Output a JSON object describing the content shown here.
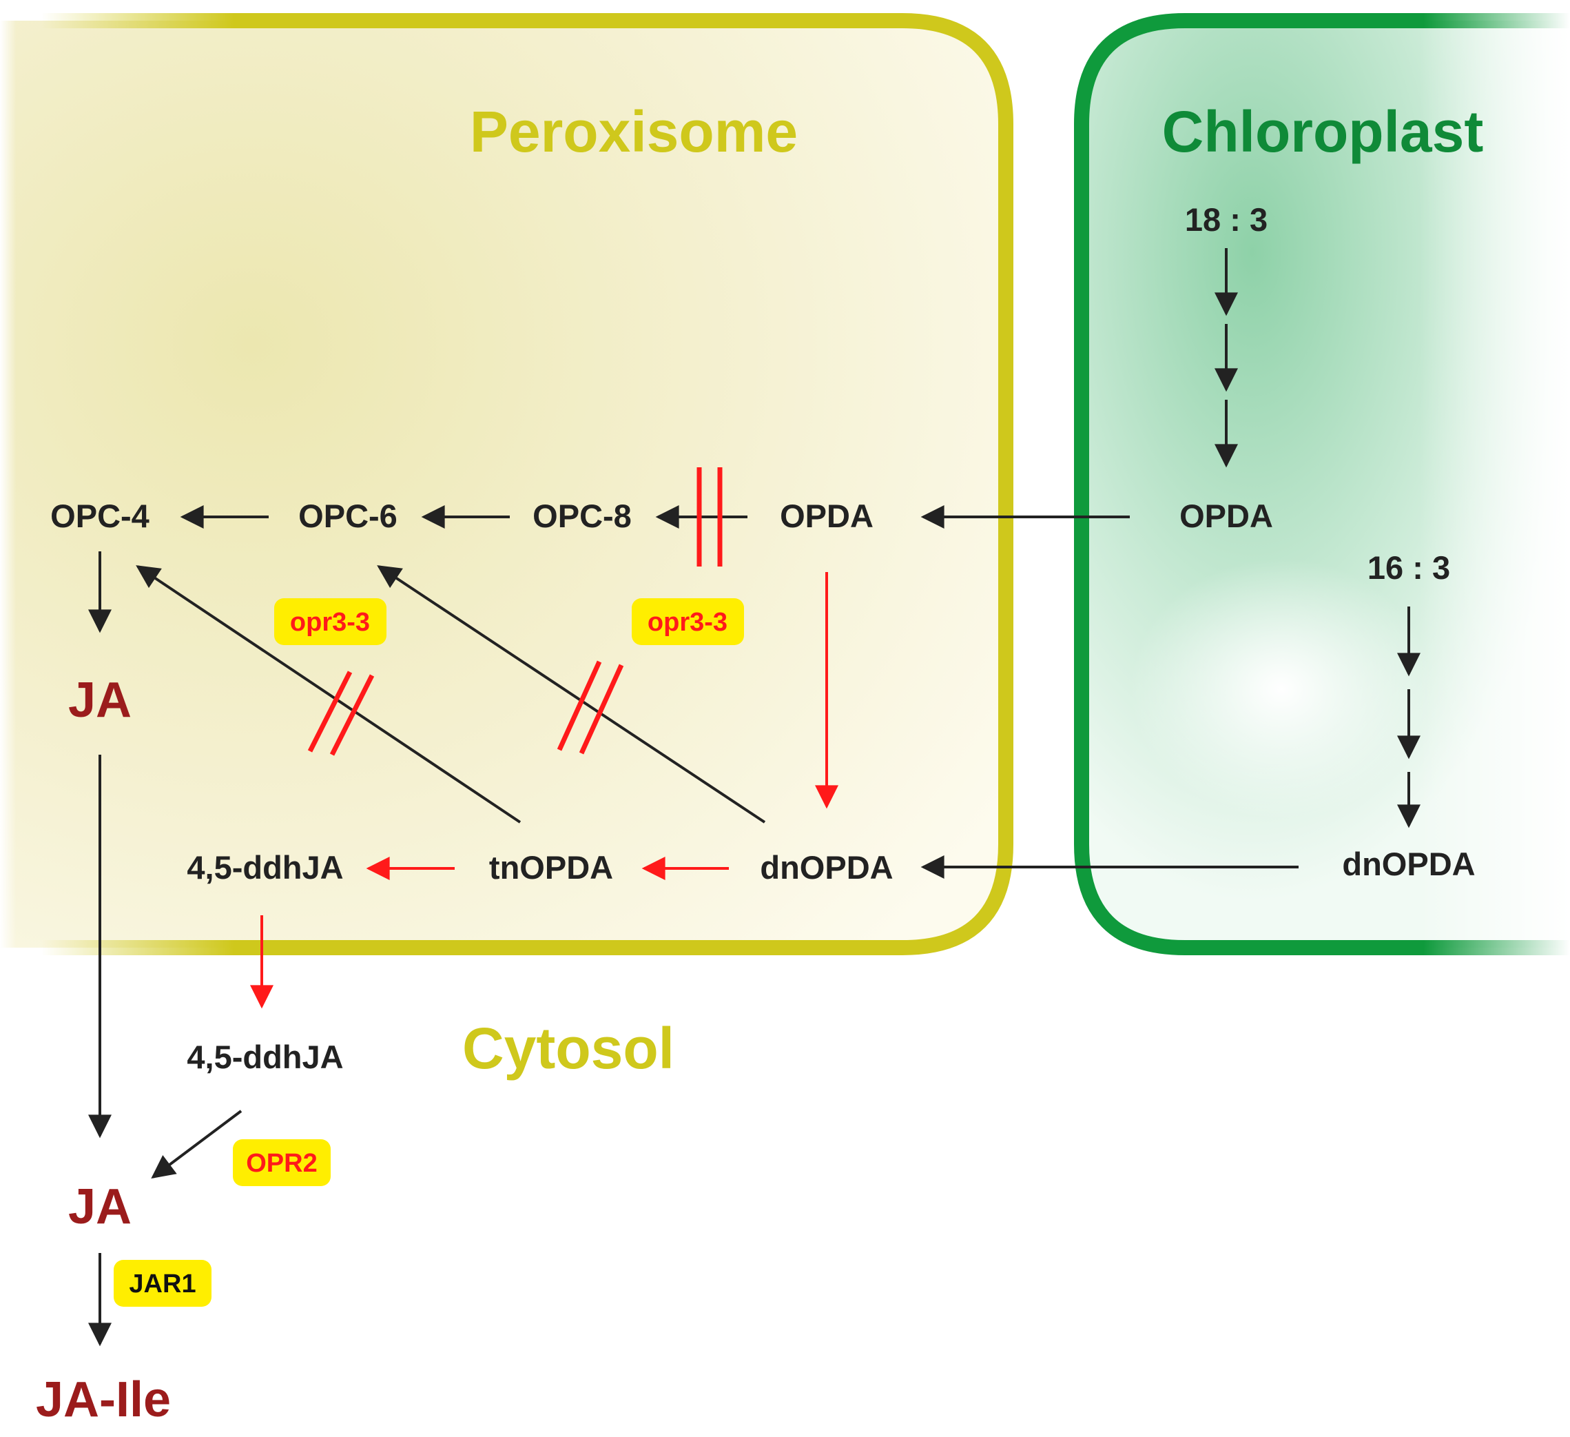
{
  "compartments": {
    "peroxisome": "Peroxisome",
    "chloroplast": "Chloroplast",
    "cytosol": "Cytosol"
  },
  "chloroplast": {
    "fatty_acid_18": "18 : 3",
    "opda": "OPDA",
    "fatty_acid_16": "16 : 3",
    "dnopda": "dnOPDA"
  },
  "peroxisome": {
    "opc4": "OPC-4",
    "opc6": "OPC-6",
    "opc8": "OPC-8",
    "opda": "OPDA",
    "ja": "JA",
    "ddhja": "4,5-ddhJA",
    "tnopda": "tnOPDA",
    "dnopda": "dnOPDA"
  },
  "cytosol": {
    "ddhja": "4,5-ddhJA",
    "ja": "JA",
    "ja_ile": "JA-Ile"
  },
  "badges": {
    "opr3_left": "opr3-3",
    "opr3_right": "opr3-3",
    "opr2": "OPR2",
    "jar1": "JAR1"
  },
  "colors": {
    "peroxisome": "#cfc81c",
    "chloroplast": "#0f9a3c",
    "metabolite": "#222222",
    "ja": "#9b1c1c",
    "blocked": "#ff1a1a",
    "badge": "#ffee00"
  }
}
